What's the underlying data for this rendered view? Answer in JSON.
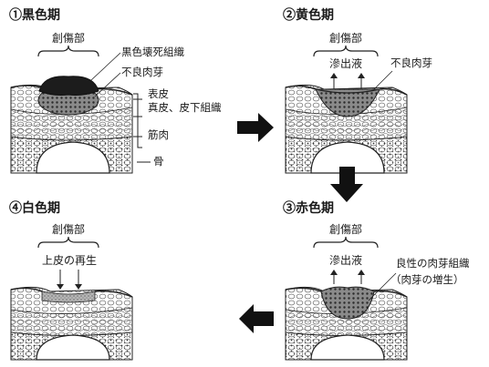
{
  "stages": [
    {
      "title": "①黒色期",
      "wound_label": "創傷部",
      "necrosis_label": "黒色壊死組織",
      "granulation_label": "不良肉芽"
    },
    {
      "title": "②黄色期",
      "wound_label": "創傷部",
      "exudate_label": "滲出液",
      "granulation_label": "不良肉芽"
    },
    {
      "title": "③赤色期",
      "wound_label": "創傷部",
      "exudate_label": "滲出液",
      "granulation_label": "良性の肉芽組織",
      "granulation_sub": "（肉芽の増生）"
    },
    {
      "title": "④白色期",
      "wound_label": "創傷部",
      "epithelium_label": "上皮の再生"
    }
  ],
  "layers": {
    "epidermis": "表皮",
    "dermis": "真皮、皮下組織",
    "muscle": "筋肉",
    "bone": "骨"
  },
  "colors": {
    "ink": "#1a1a1a",
    "necrosis": "#1c1c1c",
    "tissue_gray": "#9a9a9a",
    "granulation": "#3a3a3a"
  }
}
